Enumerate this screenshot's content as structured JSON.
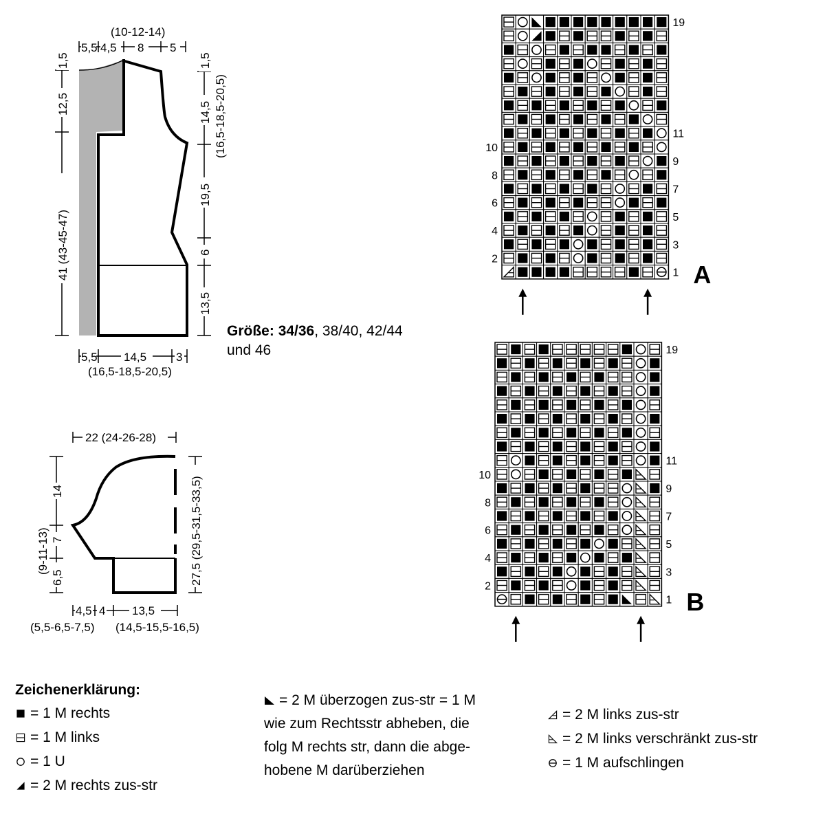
{
  "body_schematic": {
    "top_total": "(10-12-14)",
    "top_parts": [
      "5,5",
      "4,5",
      "8",
      "5"
    ],
    "left_dims": [
      "1,5",
      "12,5",
      "41 (43-45-47)"
    ],
    "right_dims": [
      "1,5",
      "14,5",
      "(16,5-18,5-20,5)",
      "19,5",
      "6",
      "13,5"
    ],
    "bottom_parts": [
      "5,5",
      "14,5",
      "3"
    ],
    "bottom_alt": "(16,5-18,5-20,5)"
  },
  "sleeve_schematic": {
    "top": "22 (24-26-28)",
    "left_dims": [
      "14",
      "(9-11-13)",
      "7",
      "6,5"
    ],
    "right_dim": "27,5 (29,5-31,5-33,5)",
    "bottom_parts": [
      "4,5",
      "4",
      "13,5"
    ],
    "bottom_alt_left": "(5,5-6,5-7,5)",
    "bottom_alt_right": "(14,5-15,5-16,5)"
  },
  "sizes": {
    "label": "Größe:",
    "primary": "34/36",
    "rest": ", 38/40, 42/44",
    "line2": "und 46"
  },
  "chart_a": {
    "letter": "A",
    "cols": 12,
    "rows": [
      "POR#########",
      "POK#P#PP#P#P",
      "#POP#P##P#P#",
      "POP#P#OP#P#P",
      "#PO#P#PO#P#P",
      "P#P#P#P#OP#P",
      "#P#P#P#P#OP#",
      "P#P#P#P#P#OP",
      "#P#P#P#P#P#O",
      "P#P#P#P#P#PO",
      "#P#P#P#P#PO#",
      "P#P#P#P#POP#",
      "#P#P#P#POP#P",
      "P#P#P#PPO#P#",
      "#P#P#POP#P#P",
      "P#P#P#OP#P#P",
      "#P#P#O#P#P#P",
      "P#P#PO#P#P#P",
      "Z####PPPP#PC"
    ],
    "right_labels": [
      {
        "row": 1,
        "text": "1"
      },
      {
        "row": 3,
        "text": "3"
      },
      {
        "row": 5,
        "text": "5"
      },
      {
        "row": 7,
        "text": "7"
      },
      {
        "row": 9,
        "text": "9"
      },
      {
        "row": 11,
        "text": "11"
      },
      {
        "row": 19,
        "text": "19"
      }
    ],
    "left_labels": [
      {
        "row": 2,
        "text": "2"
      },
      {
        "row": 4,
        "text": "4"
      },
      {
        "row": 6,
        "text": "6"
      },
      {
        "row": 8,
        "text": "8"
      },
      {
        "row": 10,
        "text": "10"
      }
    ]
  },
  "chart_b": {
    "letter": "B",
    "cols": 12,
    "rows": [
      "P#P#PPPPP#OP",
      "#P#P#P#P#PO#",
      "P#P#P#P#PPO#",
      "#P#P#P#P#PO#",
      "P#P#P#P#P#OP",
      "#P#P#P#P#PO#",
      "P#P#P#P#P#OP",
      "#P#P#P#P#PO#",
      "PO#P#P#P#PO#",
      "POP#P#P#P#LP",
      "#P#P#P#PPOL#",
      "P#P#P#P#POLP",
      "#P#P#P#P#OLP",
      "P#P#P#P#POLP",
      "#P#P#P#O#PLP",
      "P#P#P#O#P#LP",
      "#P#P#O#P#PLP",
      "P#P#PO#P#PLP",
      "CP#P#P#P#RPL"
    ],
    "right_labels": [
      {
        "row": 1,
        "text": "1"
      },
      {
        "row": 3,
        "text": "3"
      },
      {
        "row": 5,
        "text": "5"
      },
      {
        "row": 7,
        "text": "7"
      },
      {
        "row": 9,
        "text": "9"
      },
      {
        "row": 11,
        "text": "11"
      },
      {
        "row": 19,
        "text": "19"
      }
    ],
    "left_labels": [
      {
        "row": 2,
        "text": "2"
      },
      {
        "row": 4,
        "text": "4"
      },
      {
        "row": 6,
        "text": "6"
      },
      {
        "row": 8,
        "text": "8"
      },
      {
        "row": 10,
        "text": "10"
      }
    ]
  },
  "legend": {
    "title": "Zeichenerklärung:",
    "items": [
      {
        "sym": "#",
        "text": "= 1 M rechts"
      },
      {
        "sym": "P",
        "text": "= 1 M links"
      },
      {
        "sym": "O",
        "text": "= 1 U"
      },
      {
        "sym": "K",
        "text": "= 2 M rechts zus-str"
      }
    ],
    "desc_sym": "R",
    "desc_lines": [
      "= 2 M überzogen zus-str = 1 M",
      "wie zum Rechtsstr abheben, die",
      "folg M rechts str, dann die abge-",
      "hobene M darüberziehen"
    ],
    "items_right": [
      {
        "sym": "Z",
        "text": "= 2 M links zus-str"
      },
      {
        "sym": "L",
        "text": "= 2 M links verschränkt zus-str"
      },
      {
        "sym": "C",
        "text": "= 1 M aufschlingen"
      }
    ]
  }
}
